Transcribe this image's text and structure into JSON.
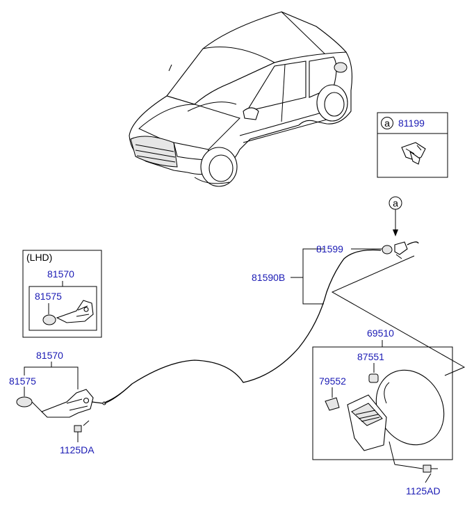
{
  "colors": {
    "part_number": "#1a1ab4",
    "line": "#000000",
    "background": "#ffffff"
  },
  "callout_mark": "a",
  "labels": {
    "ref_box_part": "81199",
    "lhd_heading": "(LHD)",
    "lhd_assembly": "81570",
    "lhd_actuator": "81575",
    "cable_cap": "81599",
    "cable_assembly": "81590B",
    "fuel_door_assembly": "69510",
    "bumper": "87551",
    "housing": "79552",
    "screw_right": "1125AD",
    "main_assembly": "81570",
    "main_actuator": "81575",
    "screw_left": "1125DA"
  }
}
